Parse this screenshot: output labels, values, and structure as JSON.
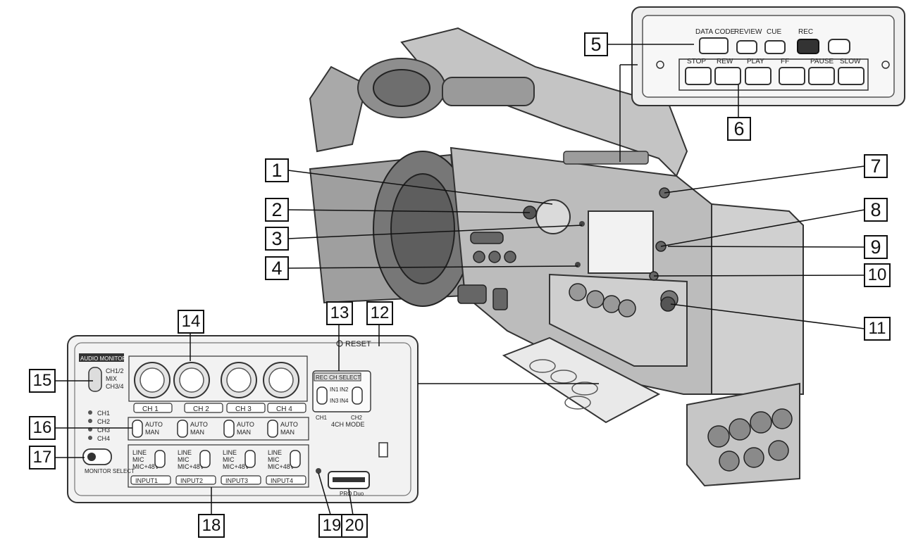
{
  "callouts": [
    "1",
    "2",
    "3",
    "4",
    "5",
    "6",
    "7",
    "8",
    "9",
    "10",
    "11",
    "12",
    "13",
    "14",
    "15",
    "16",
    "17",
    "18",
    "19",
    "20"
  ],
  "transport": {
    "top_row": [
      "DATA CODE",
      "REVIEW",
      "CUE",
      "REC"
    ],
    "bottom_row": [
      "STOP",
      "REW",
      "PLAY",
      "FF",
      "PAUSE",
      "SLOW"
    ]
  },
  "audio_panel": {
    "reset": "RESET",
    "audio_monitor": "AUDIO MONITOR",
    "monitor_modes": [
      "CH1/2",
      "MIX",
      "CH3/4"
    ],
    "level_leds": [
      "CH1",
      "CH2",
      "CH3",
      "CH4"
    ],
    "channel_labels": [
      "CH 1",
      "CH 2",
      "CH 3",
      "CH 4"
    ],
    "auto_man": [
      "AUTO",
      "MAN",
      "AUTO",
      "MAN",
      "AUTO",
      "MAN",
      "AUTO",
      "MAN"
    ],
    "rec_ch_select": "REC CH SELECT",
    "rec_ch_labels": [
      "IN1",
      "IN2",
      "IN3",
      "IN4",
      "CH1",
      "CH2"
    ],
    "ch_mode": "4CH MODE",
    "input_modes": [
      "LINE",
      "MIC",
      "MIC+48V"
    ],
    "input_labels": [
      "INPUT1",
      "INPUT2",
      "INPUT3",
      "INPUT4"
    ],
    "monitor_select": "MONITOR SELECT",
    "card_slot": "PRO Duo"
  },
  "colors": {
    "ink": "#111111",
    "body": "#b9b9b9",
    "panel": "#e8e8e8"
  }
}
